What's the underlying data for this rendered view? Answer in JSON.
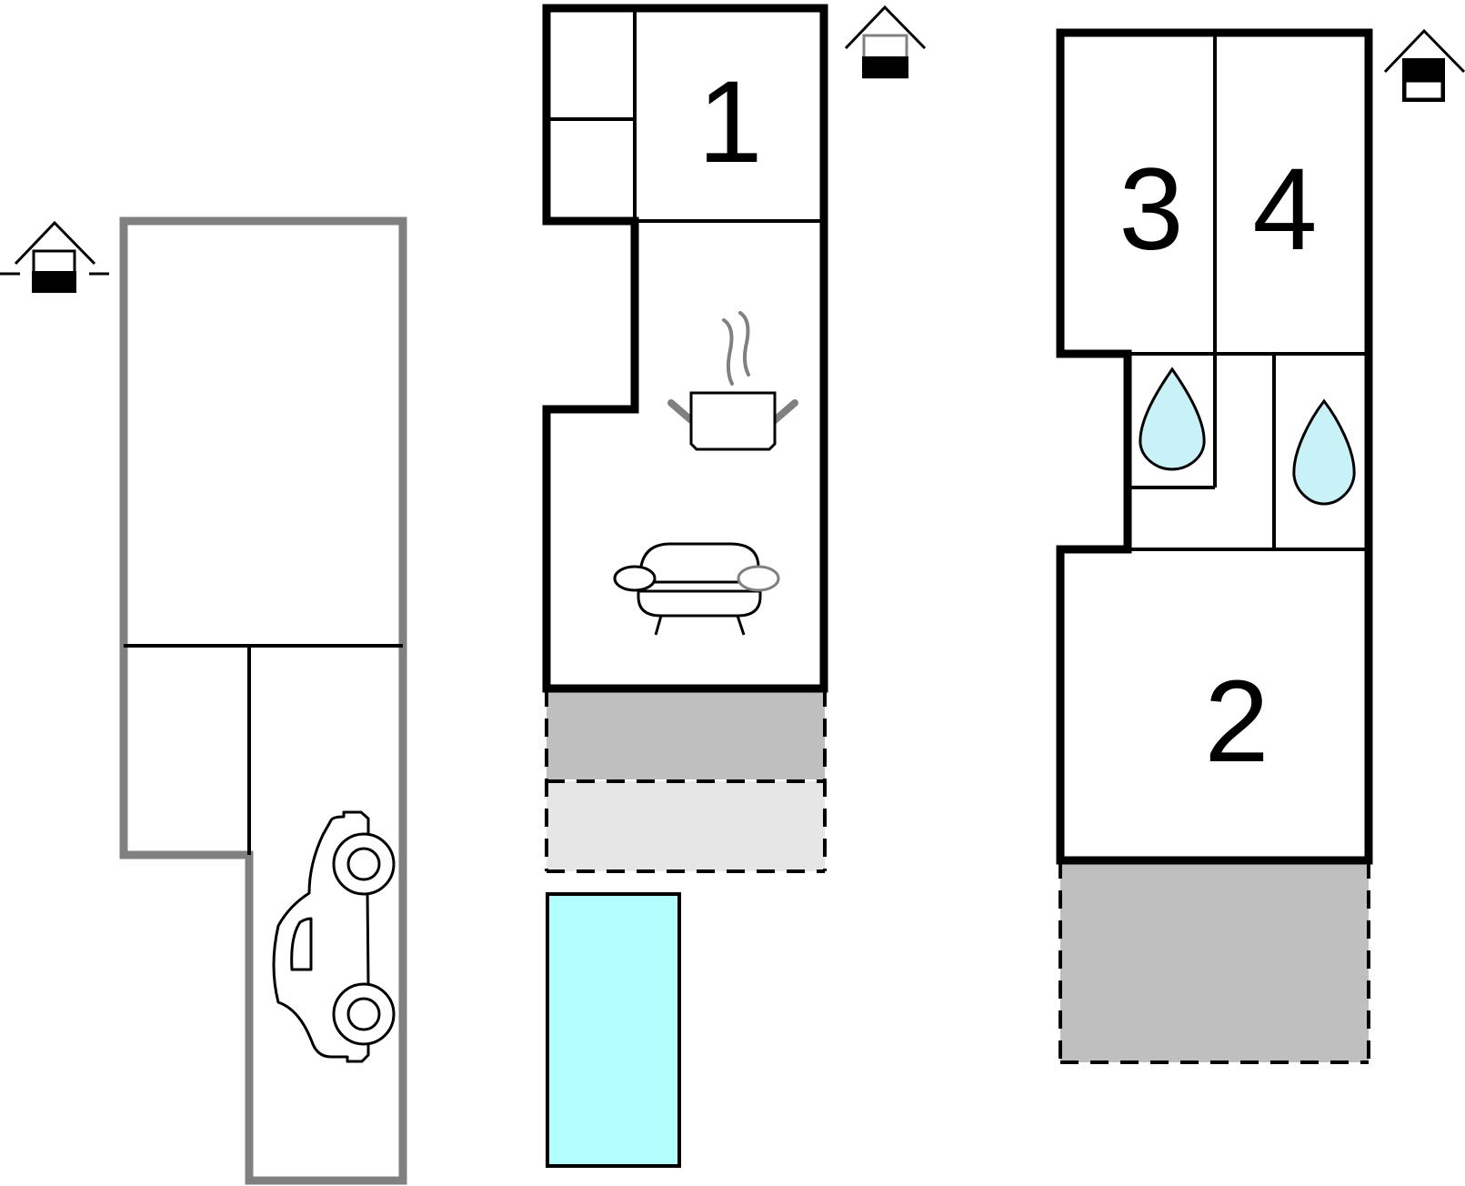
{
  "rooms": {
    "bedroom_1": "1",
    "bedroom_2": "2",
    "bedroom_3": "3",
    "bedroom_4": "4"
  },
  "icons": {
    "floor_basement": "floor-indicator-basement-icon",
    "floor_ground": "floor-indicator-ground-icon",
    "floor_upper": "floor-indicator-upper-icon",
    "kitchen": "cooking-pot-icon",
    "living": "sofa-icon",
    "bathroom": "water-drop-icon",
    "parking": "car-icon"
  },
  "colors": {
    "wall": "#000000",
    "garage_wall": "#808080",
    "terrace": "#bfbfbf",
    "terrace_light": "#e6e6e6",
    "pool": "#b3ffff",
    "water_drop": "#c8f2f8"
  }
}
